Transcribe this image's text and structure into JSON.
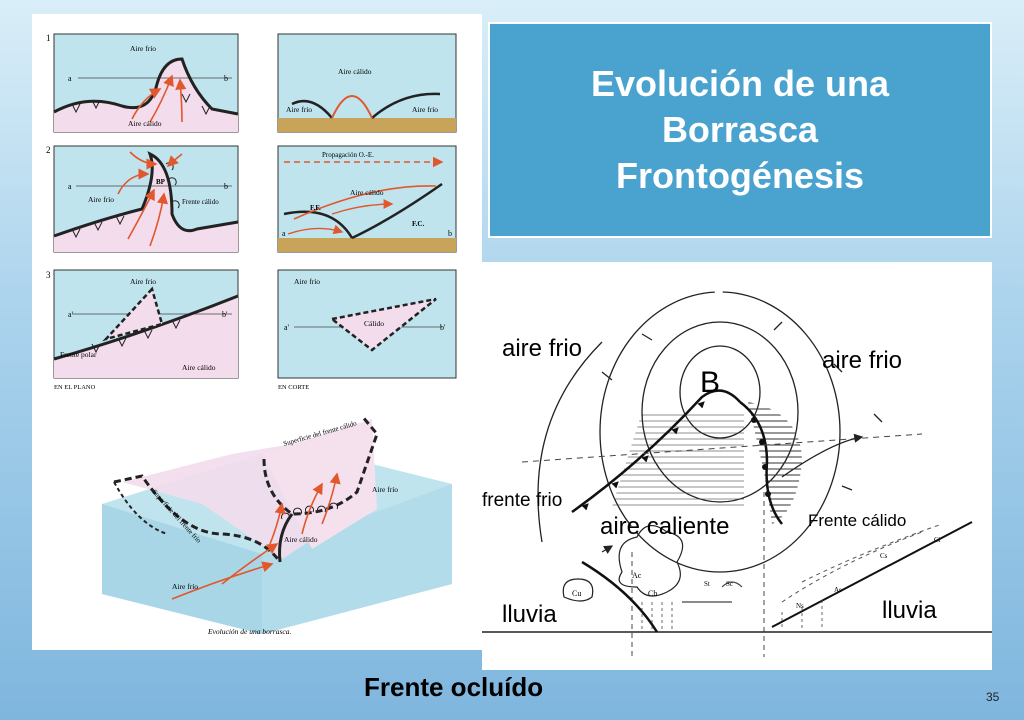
{
  "slide": {
    "title": "Evolución de una\nBorrasca\nFrontogénesis",
    "caption": "Frente ocluído",
    "page_number": "35"
  },
  "left_diagram": {
    "p1": {
      "step": "1",
      "aire_frio": "Aire frío",
      "aire_calido": "Aire cálido",
      "a": "a",
      "b": "b"
    },
    "p2": {
      "aire_calido": "Aire cálido",
      "aire_frio_1": "Aire frío",
      "aire_frio_2": "Aire frío"
    },
    "p3": {
      "step": "2",
      "a": "a",
      "b": "b",
      "bp": "BP",
      "aire_frio": "Aire frío",
      "frente_calido": "Frente cálido"
    },
    "p4": {
      "propagacion": "Propagación O.-E.",
      "aire_calido": "Aire cálido",
      "ff": "F.F.",
      "fc": "F.C.",
      "a": "a",
      "b": "b"
    },
    "p5": {
      "step": "3",
      "aire_frio": "Aire frío",
      "a": "a'",
      "b": "b'",
      "frente_polar": "Frente polar",
      "aire_calido": "Aire cálido"
    },
    "p6": {
      "aire_frio": "Aire frío",
      "calido": "Cálido",
      "a": "a'",
      "b": "b'"
    },
    "en_el_plano": "EN EL PLANO",
    "en_corte": "EN CORTE",
    "block": {
      "sup_frente_calido": "Superficie del frente cálido",
      "sup_frente_frio": "Superficie del frente frío",
      "aire_frio_1": "Aire frío",
      "aire_frio_2": "Aire frío",
      "aire_calido": "Aire cálido",
      "caption": "Evolución de una borrasca."
    }
  },
  "right_diagram": {
    "b": "B",
    "aire_frio_left": "aire frio",
    "aire_frio_right": "aire frio",
    "frente_frio": "frente frio",
    "aire_caliente": "aire caliente",
    "frente_calido": "Frente cálido",
    "lluvia_left": "lluvia",
    "lluvia_right": "lluvia",
    "clouds": {
      "ac": "Ac",
      "cb": "Cb",
      "cu": "Cu",
      "st": "St",
      "sc": "Sc",
      "ns": "Ns",
      "as": "As",
      "cs": "Cs",
      "ci": "Ci"
    }
  }
}
